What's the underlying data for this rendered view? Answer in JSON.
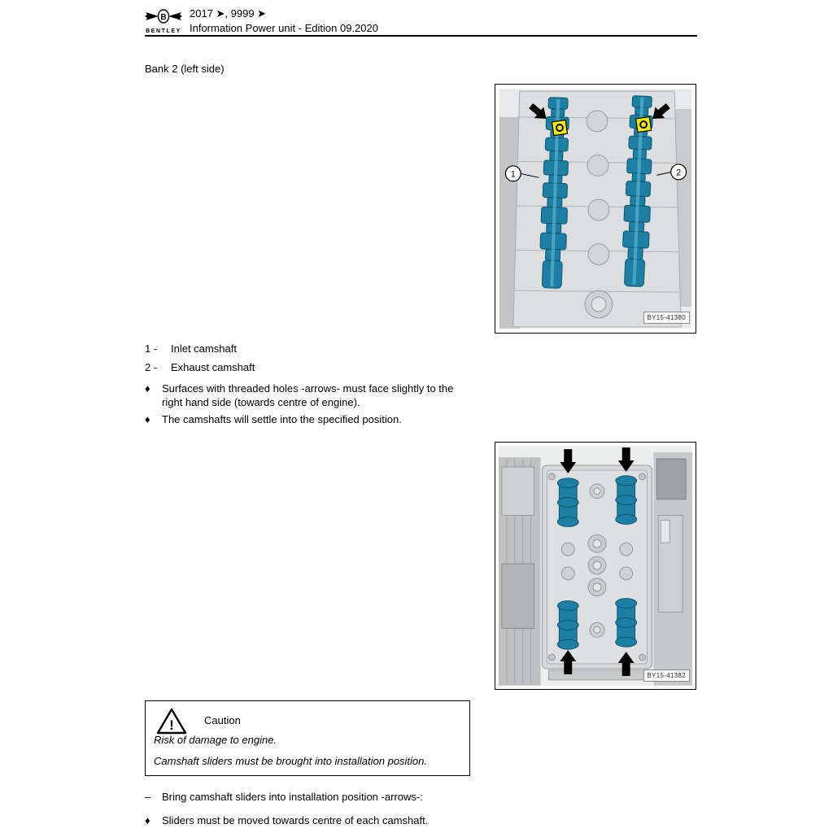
{
  "header": {
    "brand": "BENTLEY",
    "logo_letter": "B",
    "range_line": "2017 ➤, 9999 ➤",
    "title_line": "Information Power unit - Edition 09.2020"
  },
  "page": {
    "section_heading": "Bank 2 (left side)"
  },
  "figure1": {
    "ref_label": "BY15-41380",
    "callout1": "1",
    "callout2": "2"
  },
  "legend": [
    {
      "key": "1 -",
      "text": "Inlet camshaft"
    },
    {
      "key": "2 -",
      "text": "Exhaust camshaft"
    }
  ],
  "notes": [
    {
      "marker": "♦",
      "text": "Surfaces with threaded holes -arrows- must face slightly to the right hand side (towards centre of engine)."
    },
    {
      "marker": "♦",
      "text": "The camshafts will settle into the specified position."
    }
  ],
  "figure2": {
    "ref_label": "BY15-41382"
  },
  "caution": {
    "icon_glyph": "!",
    "label": "Caution",
    "line1": "Risk of damage to engine.",
    "line2": "Camshaft sliders must be brought into installation position."
  },
  "steps": [
    {
      "marker": "–",
      "text": "Bring camshaft sliders into installation position -arrows-:"
    },
    {
      "marker": "♦",
      "text": "Sliders must be moved towards centre of each camshaft."
    }
  ],
  "colors": {
    "camshaft_teal": "#1d7fa3",
    "camshaft_dark": "#0b5570",
    "highlight_yellow": "#f6e800"
  }
}
